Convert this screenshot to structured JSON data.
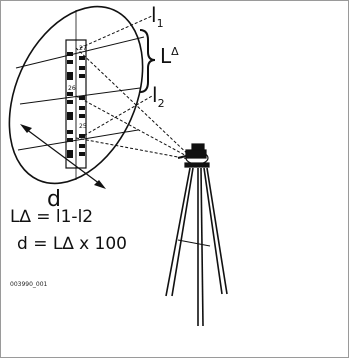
{
  "labels": {
    "l1": "l",
    "l1_sub": "1",
    "l2": "l",
    "l2_sub": "2",
    "l_delta": "L",
    "l_delta_sup": "Δ",
    "distance": "d"
  },
  "staff_numbers": [
    "27",
    "26",
    "25"
  ],
  "formula": {
    "line1": "L∆ = l1-l2",
    "line2": "d = L∆ x 100"
  },
  "figure_code": "003990_001"
}
